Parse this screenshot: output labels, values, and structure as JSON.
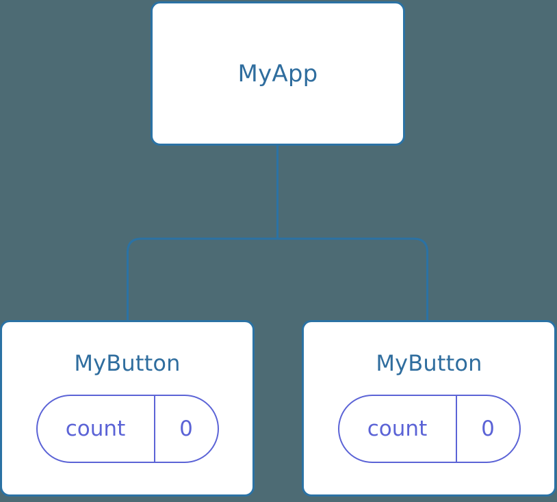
{
  "diagram": {
    "kind": "component-tree",
    "background_color": "#4d6b74",
    "node_border_color": "#2b72a4",
    "node_fill_color": "#ffffff",
    "node_title_color": "#2f6d9e",
    "state_accent_color": "#5b63d6",
    "edge_color": "#2b72a4",
    "root": {
      "title": "MyApp"
    },
    "children": [
      {
        "title": "MyButton",
        "state": {
          "key": "count",
          "value": "0"
        }
      },
      {
        "title": "MyButton",
        "state": {
          "key": "count",
          "value": "0"
        }
      }
    ]
  }
}
